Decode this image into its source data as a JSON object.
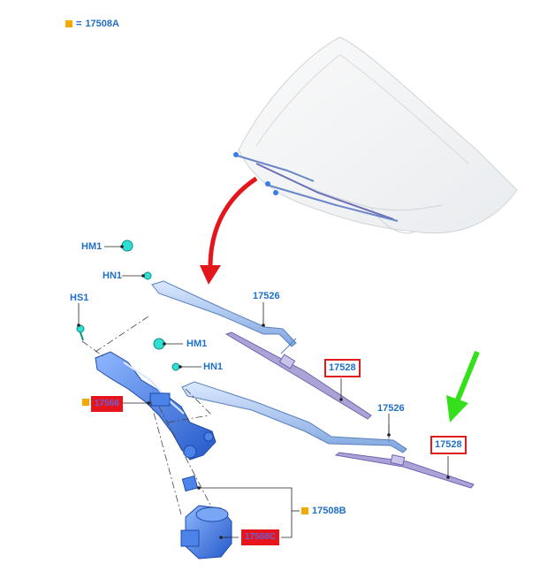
{
  "legend": {
    "code": "17508A",
    "equals": "="
  },
  "labels": {
    "hm1_top": "HM1",
    "hn1_top": "HN1",
    "hs1": "HS1",
    "hm1_mid": "HM1",
    "hn1_mid": "HN1",
    "arm_upper": "17526",
    "arm_lower": "17526",
    "blade_upper": "17528",
    "blade_lower": "17528",
    "linkage_code": "17566",
    "motor_code": "17508C",
    "bracket_code": "17508B"
  },
  "colors": {
    "callout_text": "#1f6fc9",
    "highlight_box": "#e01b1b",
    "arrow_red": "#e3161c",
    "arrow_green": "#33e01a",
    "part_blue": "#3b7de8",
    "fastener_cyan": "#2fe0d2",
    "legend_square": "#f5a800"
  },
  "icons": [
    "red-arrow-icon",
    "green-arrow-icon",
    "legend-square-icon"
  ]
}
